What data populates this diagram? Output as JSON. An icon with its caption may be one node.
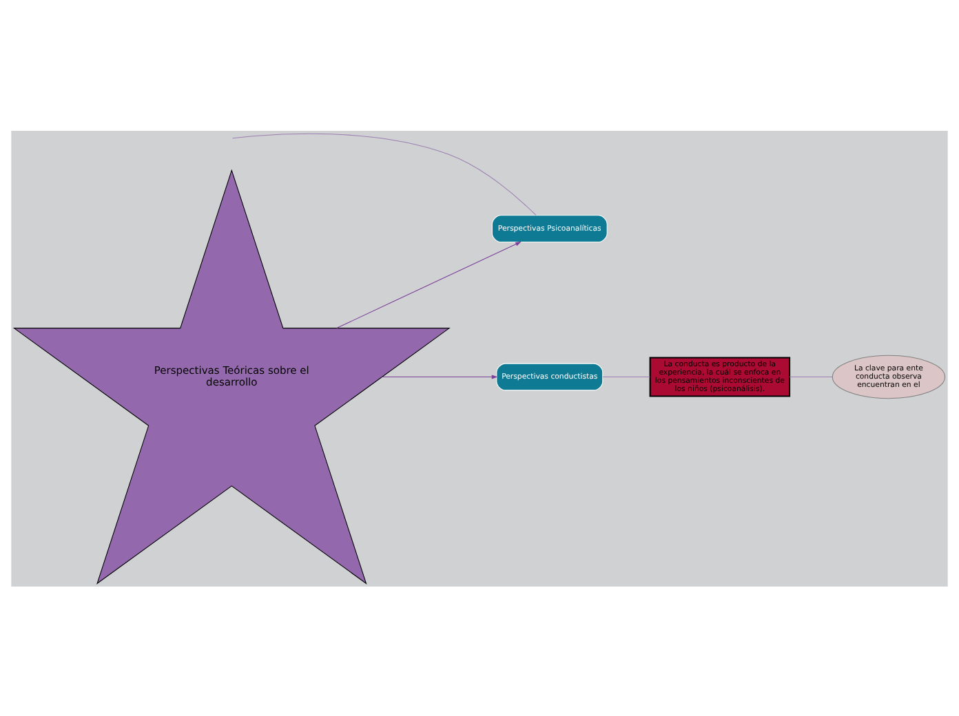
{
  "diagram": {
    "nodes": [
      {
        "text": [
          "Perspectivas Teóricas sobre el desarrollo"
        ]
      },
      {
        "text": [
          "Perspectivas Psicoanalíticas"
        ]
      },
      {
        "text": [
          "Perspectivas conductistas"
        ]
      },
      {
        "text": [
          "La conducta es producto de la experiencia, la cuál se enfoca en los pensamientos inconscientes de los niños (psicoanálisis)."
        ]
      },
      {
        "text": [
          "La clave para ente conducta observa encuentran en el"
        ]
      }
    ],
    "edges": [
      {
        "from": 0,
        "to": 1,
        "arrow": "to",
        "color": "#7b3f98"
      },
      {
        "from": 0,
        "to": 2,
        "arrow": "to",
        "color": "#7b3f98"
      },
      {
        "from": 2,
        "to": 3,
        "arrow": "none",
        "color": "#9b7fb0"
      },
      {
        "from": 3,
        "to": 4,
        "arrow": "none",
        "color": "#9b7fb0"
      },
      {
        "from": null,
        "to": 1,
        "arrow": "none",
        "color": "#9b7fb0"
      }
    ]
  }
}
